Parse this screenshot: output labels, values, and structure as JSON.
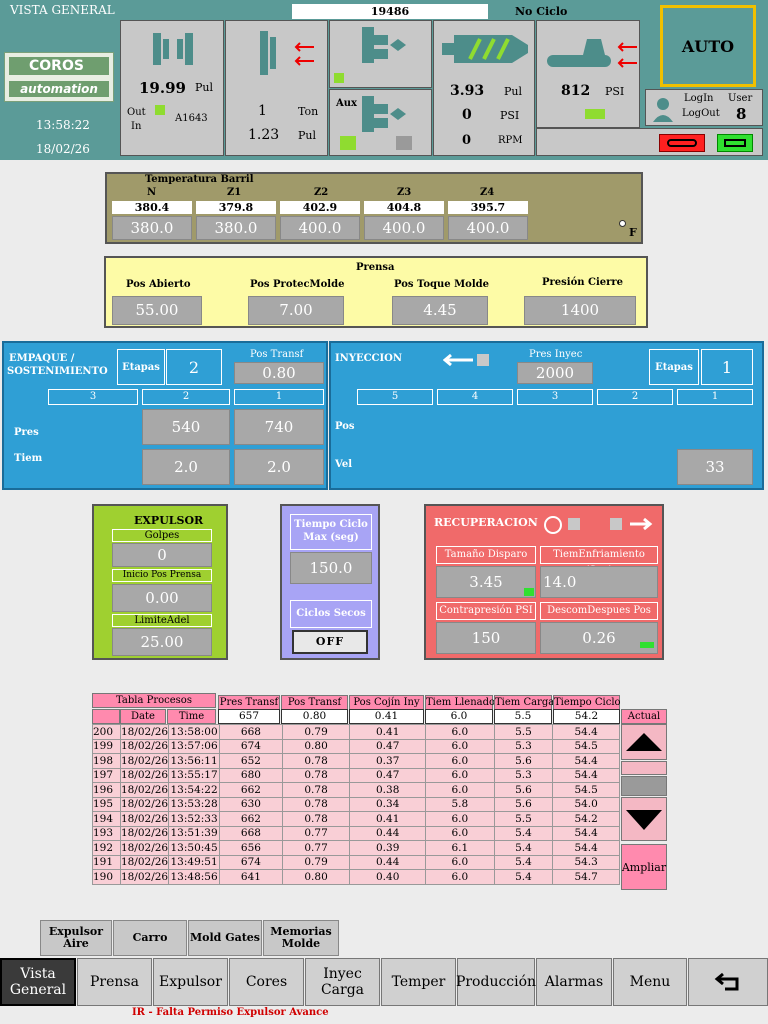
{
  "header": {
    "title": "VISTA GENERAL",
    "job_id": "19486",
    "cycle_status": "No Ciclo",
    "mode": "AUTO",
    "time": "13:58:22",
    "date": "18/02/26",
    "logo_brand": "COROS",
    "logo_sub": "automation"
  },
  "mold": {
    "value": "19.99",
    "unit": "Pul",
    "out_label": "Out",
    "in_label": "In",
    "code": "A1643"
  },
  "clamp": {
    "force": "1",
    "force_unit": "Ton",
    "pos": "1.23",
    "pos_unit": "Pul"
  },
  "aux_label": "Aux",
  "injection_unit": {
    "pos": "3.93",
    "pos_unit": "Pul",
    "pressure": "0",
    "pressure_unit": "PSI",
    "speed": "0",
    "speed_unit": "RPM"
  },
  "hydraulic": {
    "pressure": "812",
    "unit": "PSI"
  },
  "user": {
    "login": "LogIn",
    "logout": "LogOut",
    "user_label": "User",
    "user_num": "8"
  },
  "barrel": {
    "title": "Temperatura Barril",
    "unit": "F",
    "zones": [
      {
        "name": "N",
        "actual": "380.4",
        "set": "380.0"
      },
      {
        "name": "Z1",
        "actual": "379.8",
        "set": "380.0"
      },
      {
        "name": "Z2",
        "actual": "402.9",
        "set": "400.0"
      },
      {
        "name": "Z3",
        "actual": "404.8",
        "set": "400.0"
      },
      {
        "name": "Z4",
        "actual": "395.7",
        "set": "400.0"
      }
    ]
  },
  "press": {
    "title": "Prensa",
    "fields": [
      {
        "label": "Pos Abierto",
        "value": "55.00"
      },
      {
        "label": "Pos ProtecMolde",
        "value": "7.00"
      },
      {
        "label": "Pos Toque Molde",
        "value": "4.45"
      },
      {
        "label": "Presión Cierre",
        "value": "1400"
      }
    ]
  },
  "pack": {
    "title1": "EMPAQUE /",
    "title2": "SOSTENIMIENTO",
    "stages_label": "Etapas",
    "stages": "2",
    "transf_label": "Pos Transf",
    "transf": "0.80",
    "cols": [
      "3",
      "2",
      "1"
    ],
    "pres_label": "Pres",
    "tiem_label": "Tiem",
    "pres": [
      "540",
      "740"
    ],
    "tiem": [
      "2.0",
      "2.0"
    ]
  },
  "inject": {
    "title": "INYECCION",
    "pres_label": "Pres Inyec",
    "pres": "2000",
    "stages_label": "Etapas",
    "stages": "1",
    "cols": [
      "5",
      "4",
      "3",
      "2",
      "1"
    ],
    "pos_label": "Pos",
    "vel_label": "Vel",
    "vel": "33"
  },
  "ejector": {
    "title": "EXPULSOR",
    "golpes_label": "Golpes",
    "golpes": "0",
    "inicio_label": "Inicio Pos Prensa",
    "inicio": "0.00",
    "limite_label": "LimiteAdel",
    "limite": "25.00"
  },
  "cycle": {
    "max_label1": "Tiempo Ciclo",
    "max_label2": "Max (seg)",
    "max": "150.0",
    "dry_label": "Ciclos Secos",
    "dry": "OFF"
  },
  "recovery": {
    "title": "RECUPERACION",
    "shot_label": "Tamaño Disparo",
    "shot": "3.45",
    "cool_label": "TiemEnfriamiento (Seg)",
    "cool": "14.0",
    "back_label": "Contrapresión  PSI",
    "back": "150",
    "decomp_label": "DescomDespues Pos",
    "decomp": "0.26"
  },
  "process_table": {
    "title": "Tabla Procesos",
    "headers": [
      "Pres Transf",
      "Pos Transf",
      "Pos Cojín Iny",
      "Tiem Llenado",
      "Tiem Carga",
      "Tiempo Ciclo"
    ],
    "sub_headers": [
      "Date",
      "Time"
    ],
    "current": [
      "657",
      "0.80",
      "0.41",
      "6.0",
      "5.5",
      "54.2"
    ],
    "actual_label": "Actual",
    "expand_label": "Ampliar",
    "rows": [
      [
        "200",
        "18/02/26",
        "13:58:00",
        "668",
        "0.79",
        "0.41",
        "6.0",
        "5.5",
        "54.4"
      ],
      [
        "199",
        "18/02/26",
        "13:57:06",
        "674",
        "0.80",
        "0.47",
        "6.0",
        "5.3",
        "54.5"
      ],
      [
        "198",
        "18/02/26",
        "13:56:11",
        "652",
        "0.78",
        "0.37",
        "6.0",
        "5.6",
        "54.4"
      ],
      [
        "197",
        "18/02/26",
        "13:55:17",
        "680",
        "0.78",
        "0.47",
        "6.0",
        "5.3",
        "54.4"
      ],
      [
        "196",
        "18/02/26",
        "13:54:22",
        "662",
        "0.78",
        "0.38",
        "6.0",
        "5.6",
        "54.5"
      ],
      [
        "195",
        "18/02/26",
        "13:53:28",
        "630",
        "0.78",
        "0.34",
        "5.8",
        "5.6",
        "54.0"
      ],
      [
        "194",
        "18/02/26",
        "13:52:33",
        "662",
        "0.78",
        "0.41",
        "6.0",
        "5.5",
        "54.2"
      ],
      [
        "193",
        "18/02/26",
        "13:51:39",
        "668",
        "0.77",
        "0.44",
        "6.0",
        "5.4",
        "54.4"
      ],
      [
        "192",
        "18/02/26",
        "13:50:45",
        "656",
        "0.77",
        "0.39",
        "6.1",
        "5.4",
        "54.4"
      ],
      [
        "191",
        "18/02/26",
        "13:49:51",
        "674",
        "0.79",
        "0.44",
        "6.0",
        "5.4",
        "54.3"
      ],
      [
        "190",
        "18/02/26",
        "13:48:56",
        "641",
        "0.80",
        "0.40",
        "6.0",
        "5.4",
        "54.7"
      ]
    ]
  },
  "sub_buttons": [
    [
      "Expulsor",
      "Aire"
    ],
    [
      "Carro",
      ""
    ],
    [
      "Mold Gates",
      ""
    ],
    [
      "Memorias",
      "Molde"
    ]
  ],
  "nav": [
    [
      "Vista",
      "General"
    ],
    [
      "Prensa",
      ""
    ],
    [
      "Expulsor",
      ""
    ],
    [
      "Cores",
      ""
    ],
    [
      "Inyec",
      "Carga"
    ],
    [
      "Temper",
      ""
    ],
    [
      "Producción",
      ""
    ],
    [
      "Alarmas",
      ""
    ],
    [
      "Menu",
      ""
    ]
  ],
  "alarm": "IR - Falta Permiso Expulsor Avance",
  "colors": {
    "header": "#5b9b98",
    "barrel": "#a09a6a",
    "press": "#fdfba6",
    "blue": "#2f9fd5",
    "green": "#9fd030",
    "purple": "#a8a4f5",
    "red": "#f06a6a",
    "table": "#f9cfd6",
    "auto_border": "#f0c000"
  }
}
